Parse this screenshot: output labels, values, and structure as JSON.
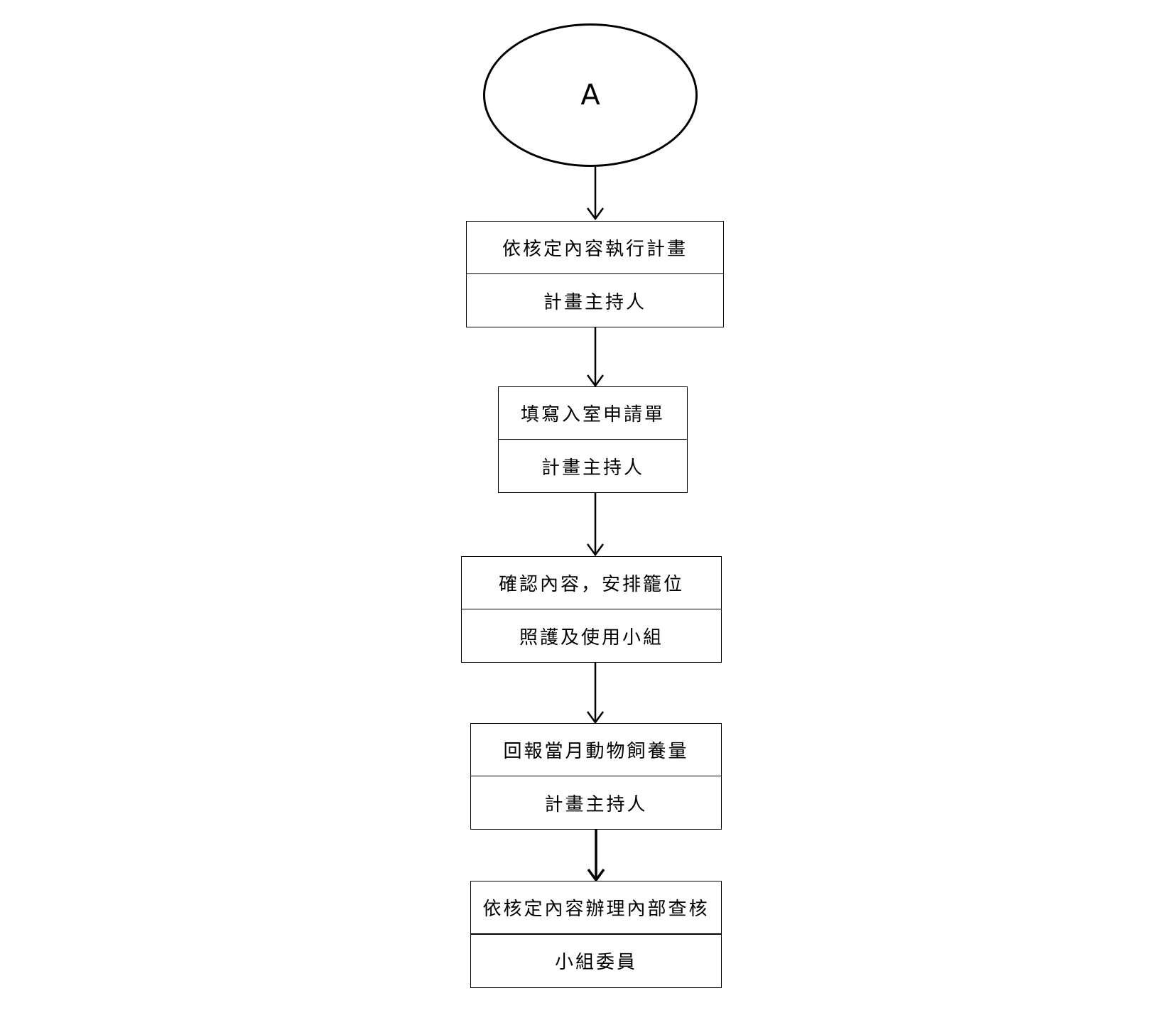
{
  "connector": {
    "label": "A"
  },
  "steps": [
    {
      "action": "依核定內容執行計畫",
      "role": "計畫主持人"
    },
    {
      "action": "填寫入室申請單",
      "role": "計畫主持人"
    },
    {
      "action": "確認內容，安排籠位",
      "role": "照護及使用小組"
    },
    {
      "action": "回報當月動物飼養量",
      "role": "計畫主持人"
    },
    {
      "action": "依核定內容辦理內部查核",
      "role": "小組委員"
    }
  ]
}
